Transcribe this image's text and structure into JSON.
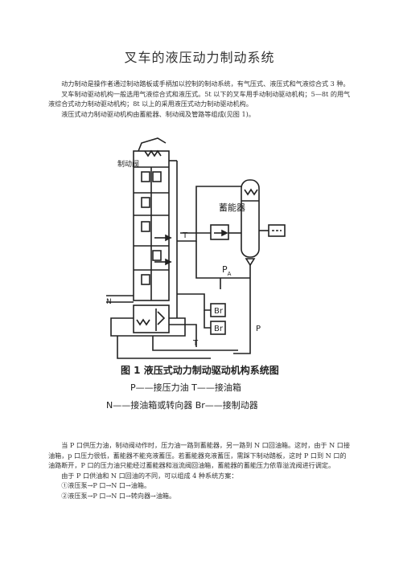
{
  "title": "叉车的液压动力制动系统",
  "intro": [
    "动力制动是操作者通过制动踏板或手柄加以控制的制动系统，有气压式、液压式和气液综合式 3 种。",
    "叉车制动驱动机构一般选用气液综合式和液压式。5t 以下的叉车用手动制动驱动机构；5—8t 的用气液综合式动力制动驱动机构；8t 以上的采用液压式动力制动驱动机构。",
    "液压式动力制动驱动机构由蓄能器、制动阀及管路等组成(见图 1)。"
  ],
  "figure": {
    "labels": {
      "brake_valve": "制动阀",
      "accumulator": "蓄能器",
      "T1": "T",
      "PA": "P",
      "PA_sub": "A",
      "Br1": "Br",
      "Br2": "Br",
      "P": "P",
      "T2": "T",
      "N": "N"
    },
    "caption": "图 1  液压式动力制动驱动机构系统图",
    "legend_line1": "P——接压力油   T——接油箱",
    "legend_line2": "N——接油箱或转向器   Br——接制动器"
  },
  "body": [
    "当 P 口供压力油，制动阀动作时，压力油一路到蓄能器，另一路到 N 口回油箱。这时，由于 N 口接油箱，p 口压力很低，蓄能器不能充液蓄压。若蓄能器充液蓄压，需踩下制动踏板，这时 P 口到 N 口的油路断开，P 口的压力油只能经过蓄能器和溢流阀回油箱，蓄能器的蓄能压力依靠溢流阀进行调定。",
    "由于 P 口供油和 N 口回油的不同，可以组成 4 种系统方案：",
    "①液压泵→P 口→N 口→油箱。",
    "②液压泵→P 口→N 口→转向器→油箱。"
  ]
}
